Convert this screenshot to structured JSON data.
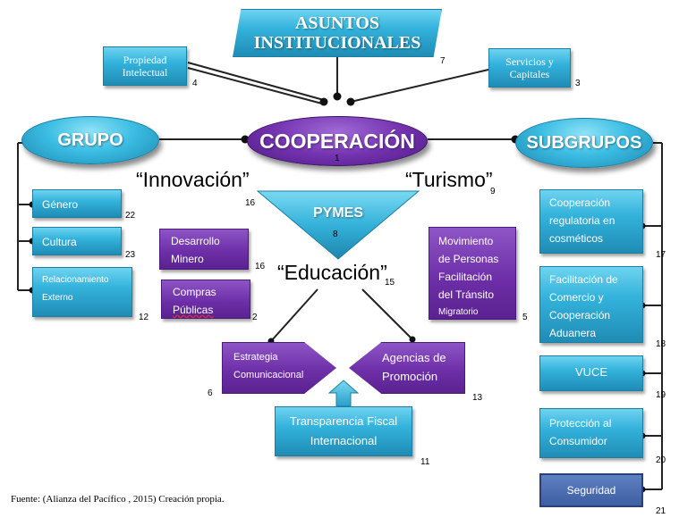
{
  "header": {
    "title_line1": "ASUNTOS",
    "title_line2": "INSTITUCIONALES",
    "title_num": "7"
  },
  "top_boxes": {
    "propiedad_line1": "Propiedad",
    "propiedad_line2": "Intelectual",
    "propiedad_num": "4",
    "servicios_line1": "Servicios y",
    "servicios_line2": "Capitales",
    "servicios_num": "3"
  },
  "center": {
    "cooperacion": "COOPERACIÓN",
    "cooperacion_num": "1",
    "grupo": "GRUPO",
    "subgrupos": "SUBGRUPOS",
    "pymes": "PYMES",
    "pymes_num": "8",
    "innovacion": "“Innovación”",
    "innovacion_num": "16",
    "turismo": "“Turismo”",
    "turismo_num": "9",
    "educacion": "“Educación”",
    "educacion_num": "15"
  },
  "left_list": [
    {
      "label": "Género",
      "num": "22"
    },
    {
      "label": "Cultura",
      "num": "23"
    },
    {
      "label_line1": "Relacionamiento",
      "label_line2": "Externo",
      "num": "12"
    }
  ],
  "purple_boxes": {
    "desarrollo_line1": "Desarrollo",
    "desarrollo_line2": "Minero",
    "desarrollo_num": "16",
    "compras_line1": "Compras",
    "compras_line2": "Públicas",
    "compras_num": "2",
    "movimiento_lines": [
      "Movimiento",
      "de Personas",
      "Facilitación",
      "del Tránsito",
      "Migratorio"
    ],
    "movimiento_num": "5",
    "estrategia_line1": "Estrategia",
    "estrategia_line2": "Comunicacional",
    "estrategia_num": "6",
    "agencias_line1": "Agencias de",
    "agencias_line2": "Promoción",
    "agencias_num": "13"
  },
  "bottom": {
    "transparencia_line1": "Transparencia Fiscal",
    "transparencia_line2": "Internacional",
    "transparencia_num": "11"
  },
  "right_list": [
    {
      "lines": [
        "Cooperación",
        "regulatoria en",
        "cosméticos"
      ],
      "num": "17"
    },
    {
      "lines": [
        "Facilitación de",
        "Comercio y",
        "Cooperación",
        "Aduanera"
      ],
      "num": "18"
    },
    {
      "lines": [
        "VUCE"
      ],
      "num": "19"
    },
    {
      "lines": [
        "Protección al",
        "Consumidor"
      ],
      "num": "20"
    },
    {
      "lines": [
        "Seguridad"
      ],
      "num": "21"
    }
  ],
  "footer": {
    "source": "Fuente:  (Alianza del Pacífico , 2015) Creación propia."
  },
  "colors": {
    "teal": "#33b3dc",
    "purple": "#6e2fa8",
    "navy": "#3d5fa3",
    "line": "#222222"
  }
}
